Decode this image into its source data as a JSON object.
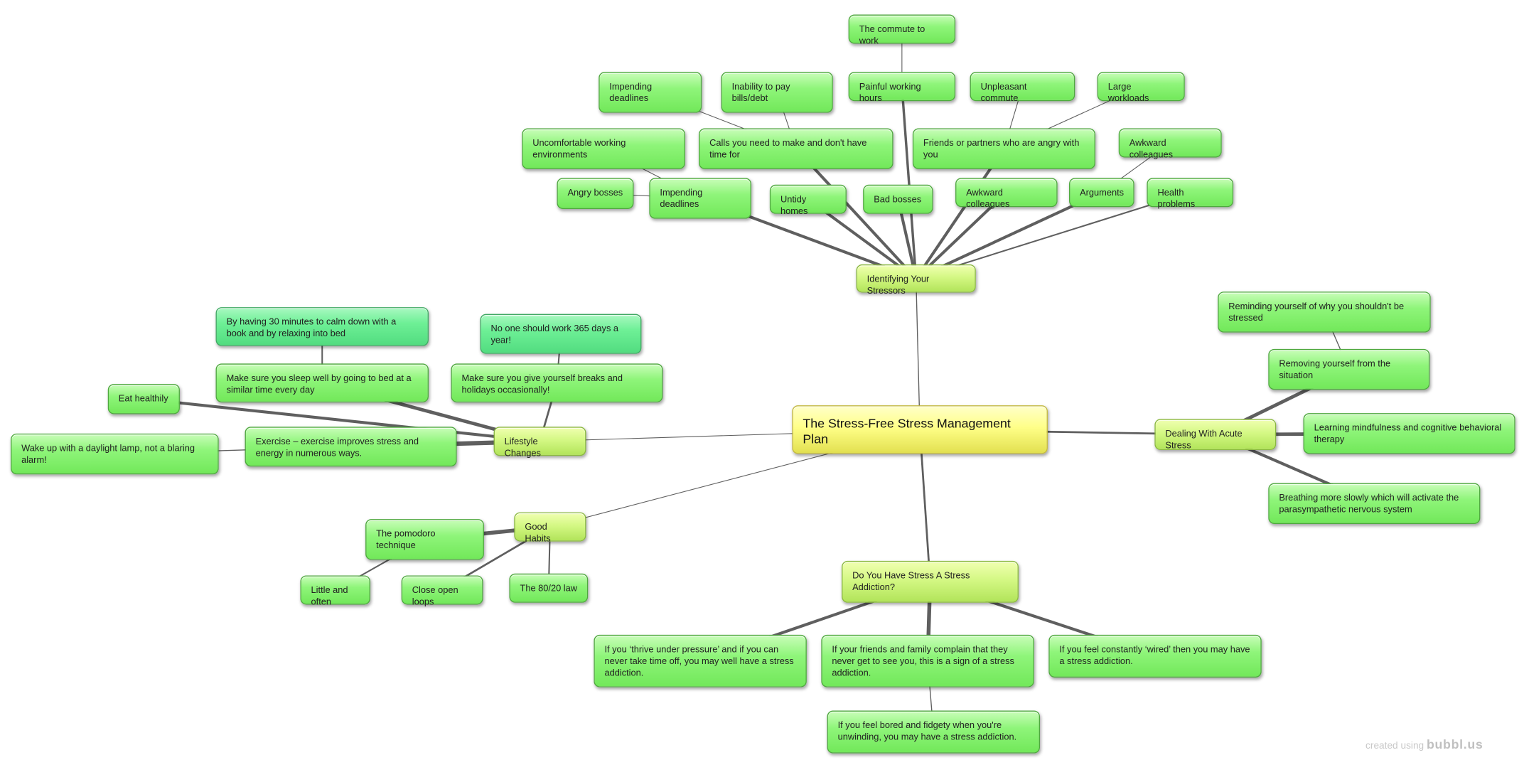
{
  "map": {
    "nodes": [
      {
        "id": "root",
        "text": "The Stress-Free Stress Management Plan",
        "kind": "root"
      },
      {
        "id": "stressors",
        "parent": "root",
        "text": "Identifying Your Stressors",
        "kind": "l1"
      },
      {
        "id": "s_commute_work",
        "parent": "s_painful",
        "text": "The commute to work"
      },
      {
        "id": "s_imp1",
        "parent": "s_calls",
        "text": "Impending deadlines"
      },
      {
        "id": "s_bills",
        "parent": "s_calls",
        "text": "Inability to pay bills/debt"
      },
      {
        "id": "s_painful",
        "parent": "stressors",
        "text": "Painful working hours"
      },
      {
        "id": "s_unpleasant",
        "parent": "s_friends",
        "text": "Unpleasant commute"
      },
      {
        "id": "s_workloads",
        "parent": "s_friends",
        "text": "Large workloads"
      },
      {
        "id": "s_uncomf",
        "parent": "s_imp2",
        "text": "Uncomfortable working environments"
      },
      {
        "id": "s_calls",
        "parent": "stressors",
        "text": "Calls you need to make and don't have time for"
      },
      {
        "id": "s_friends",
        "parent": "stressors",
        "text": "Friends or partners who are angry with you"
      },
      {
        "id": "s_awk1",
        "parent": "s_arguments",
        "text": "Awkward colleagues"
      },
      {
        "id": "s_angry",
        "parent": "s_imp2",
        "text": "Angry bosses"
      },
      {
        "id": "s_imp2",
        "parent": "stressors",
        "text": "Impending deadlines"
      },
      {
        "id": "s_untidy",
        "parent": "stressors",
        "text": "Untidy homes"
      },
      {
        "id": "s_bad",
        "parent": "stressors",
        "text": "Bad bosses"
      },
      {
        "id": "s_awk2",
        "parent": "stressors",
        "text": "Awkward colleagues"
      },
      {
        "id": "s_arguments",
        "parent": "stressors",
        "text": "Arguments"
      },
      {
        "id": "s_health",
        "parent": "stressors",
        "text": "Health problems"
      },
      {
        "id": "lifestyle",
        "parent": "root",
        "text": "Lifestyle Changes",
        "kind": "l1"
      },
      {
        "id": "l_30min",
        "parent": "l_sleep",
        "text": "By having 30 minutes to calm down with a book and by relaxing into bed",
        "kind": "teal"
      },
      {
        "id": "l_sleep",
        "parent": "lifestyle",
        "text": "Make sure you sleep well by going to bed at a similar time every day"
      },
      {
        "id": "l_365",
        "parent": "l_breaks",
        "text": "No one should work 365 days a year!",
        "kind": "teal"
      },
      {
        "id": "l_breaks",
        "parent": "lifestyle",
        "text": "Make sure you give yourself breaks and holidays occasionally!"
      },
      {
        "id": "l_eat",
        "parent": "lifestyle",
        "text": "Eat healthily"
      },
      {
        "id": "l_exercise",
        "parent": "lifestyle",
        "text": "Exercise – exercise improves stress and energy in numerous ways."
      },
      {
        "id": "l_wake",
        "parent": "l_exercise",
        "text": "Wake up with a daylight lamp, not a blaring alarm!"
      },
      {
        "id": "habits",
        "parent": "root",
        "text": "Good Habits",
        "kind": "l1"
      },
      {
        "id": "h_pomodoro",
        "parent": "habits",
        "text": "The pomodoro technique"
      },
      {
        "id": "h_little",
        "parent": "h_pomodoro",
        "text": "Little and often"
      },
      {
        "id": "h_loops",
        "parent": "habits",
        "text": "Close open loops"
      },
      {
        "id": "h_8020",
        "parent": "habits",
        "text": "The 80/20 law"
      },
      {
        "id": "acute",
        "parent": "root",
        "text": "Dealing With Acute Stress",
        "kind": "l1"
      },
      {
        "id": "a_remind",
        "parent": "a_remove",
        "text": "Reminding yourself of why you shouldn't be stressed"
      },
      {
        "id": "a_remove",
        "parent": "acute",
        "text": "Removing yourself from the situation"
      },
      {
        "id": "a_mind",
        "parent": "acute",
        "text": "Learning mindfulness and cognitive behavioral therapy"
      },
      {
        "id": "a_breath",
        "parent": "acute",
        "text": "Breathing more slowly which will activate the parasympathetic nervous system"
      },
      {
        "id": "addiction",
        "parent": "root",
        "text": "Do You Have Stress A Stress Addiction?",
        "kind": "l1"
      },
      {
        "id": "d_thrive",
        "parent": "addiction",
        "text": "If you ‘thrive under pressure’ and if you can never take time off, you may well have a stress addiction."
      },
      {
        "id": "d_friends",
        "parent": "addiction",
        "text": "If your friends and family complain that they never get to see you, this is a sign of a stress addiction."
      },
      {
        "id": "d_wired",
        "parent": "addiction",
        "text": "If you feel constantly ‘wired’ then you may have a stress addiction."
      },
      {
        "id": "d_bored",
        "parent": "d_friends",
        "text": "If you feel bored and fidgety when you're unwinding, you may have a stress addiction."
      }
    ]
  },
  "watermark": {
    "prefix": "created using",
    "brand": "bubbl.us"
  }
}
